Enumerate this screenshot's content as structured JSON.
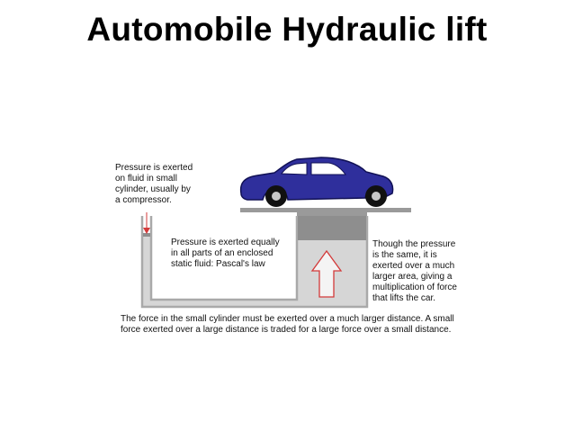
{
  "title": "Automobile Hydraulic lift",
  "diagram": {
    "labels": {
      "compressor": "Pressure is exerted\non fluid in small\ncylinder, usually by\na compressor.",
      "pascal": "Pressure is exerted equally\nin all parts of an enclosed\nstatic fluid: Pascal's law",
      "large_area": "Though the pressure\nis the same, it is\nexerted over a much\nlarger area, giving a\nmultiplication of force\nthat lifts the car.",
      "bottom": "The force in the small cylinder must be exerted over a much larger distance. A small\nforce exerted over a large distance is traded for a large force over a small distance."
    },
    "colors": {
      "fluid": "#d6d6d6",
      "wall": "#a9a9a9",
      "piston": "#8e8e8e",
      "platform": "#9a9a9a",
      "car_body": "#2f2f9c",
      "car_outline": "#111155",
      "wheel": "#111111",
      "hubcap": "#c8c8c8",
      "arrow": "#d33a3a"
    }
  }
}
